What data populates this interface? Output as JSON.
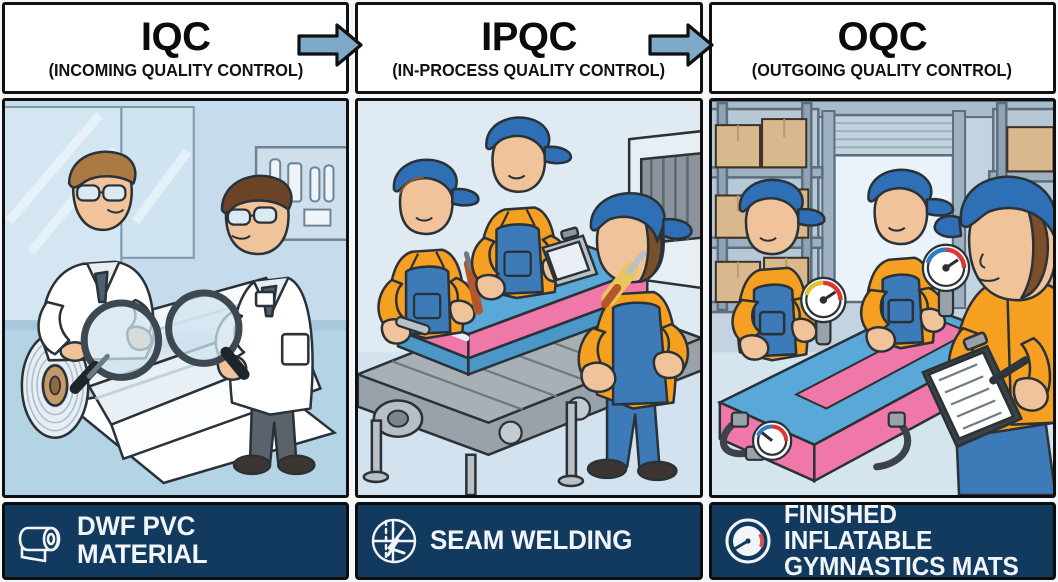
{
  "infographic": {
    "accent_arrow_color": "#7fa9c8",
    "caption_bar_color": "#123a5e",
    "border_color": "#101010"
  },
  "panels": [
    {
      "id": "iqc",
      "title": "IQC",
      "subtitle": "(INCOMING QUALITY CONTROL)",
      "caption": "DWF PVC MATERIAL",
      "caption_icon": "material-roll-icon",
      "scene": {
        "name": "incoming-inspection-scene",
        "description": "Two inspectors in white lab coats and safety goggles examining a large white DWF PVC material roll with magnifying glasses in a lab",
        "background_color": "#c6dced",
        "floor_color": "#b4d3e4",
        "roll_color": "#f2f6f9",
        "coat_color": "#ffffff"
      }
    },
    {
      "id": "ipqc",
      "title": "IPQC",
      "subtitle": "(IN-PROCESS QUALITY CONTROL)",
      "caption": "SEAM WELDING",
      "caption_icon": "seam-weld-icon",
      "scene": {
        "name": "in-process-welding-scene",
        "description": "Three workers in orange shirts, blue overalls and blue caps seam-welding and inspecting a blue and pink inflatable mat on a conveyor belt",
        "background_color": "#dfeaf3",
        "mat_blue": "#5aa8d8",
        "mat_pink": "#f078a8",
        "uniform_orange": "#f5a020",
        "uniform_blue": "#3d7ab8",
        "conveyor_gray": "#8d949b"
      }
    },
    {
      "id": "oqc",
      "title": "OQC",
      "subtitle": "(OUTGOING QUALITY CONTROL)",
      "caption_line1": "FINISHED INFLATABLE",
      "caption_line2": "GYMNASTICS MATS",
      "caption_icon": "pressure-gauge-icon",
      "scene": {
        "name": "outgoing-inspection-scene",
        "description": "Warehouse with cardboard boxes on shelves where workers pressure-test a finished blue and pink inflatable gymnastics mat with gauges while an inspector records results on a clipboard",
        "background_color": "#c3d4e0",
        "box_color": "#d8b88c",
        "mat_blue": "#5aa8d8",
        "mat_pink": "#f078a8",
        "gauge_accent": "#d83a33"
      }
    }
  ]
}
